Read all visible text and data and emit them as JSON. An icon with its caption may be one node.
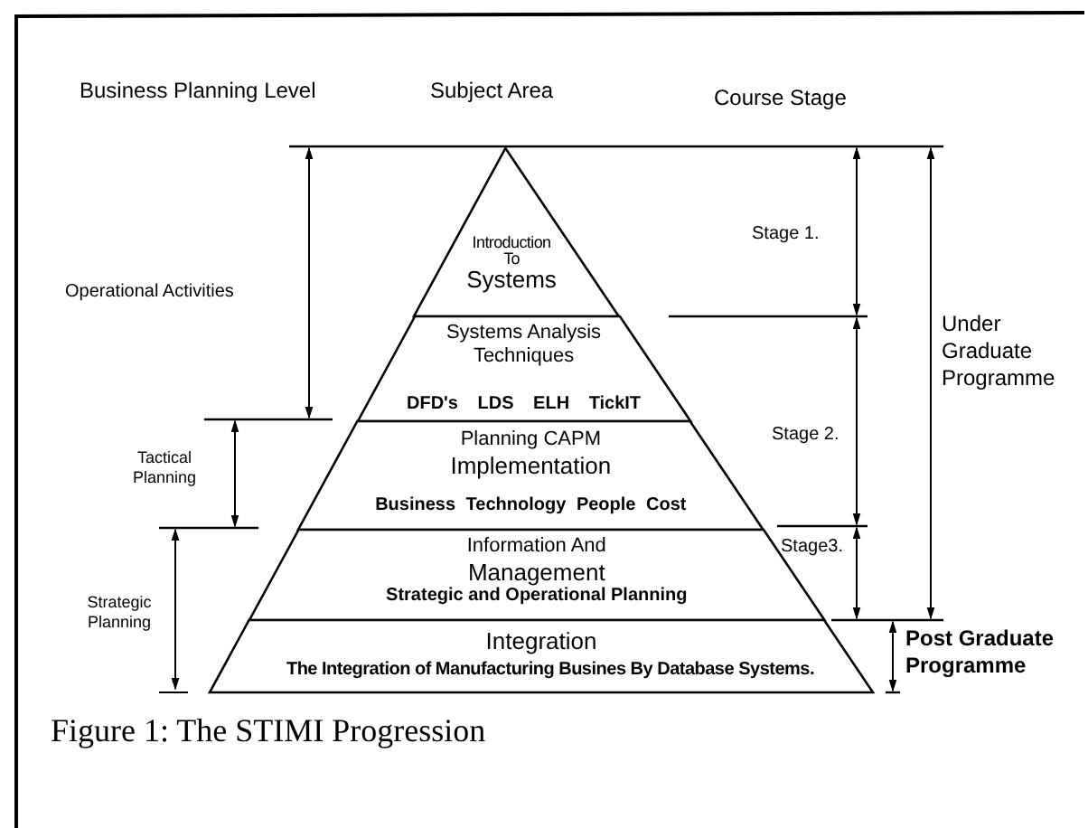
{
  "diagram": {
    "caption": "Figure 1: The STIMI Progression",
    "nodes": [
      {
        "text": [
          "Introduction To",
          "Systems"
        ]
      },
      {
        "text": [
          "Systems Analysis Techniques",
          "DFD's LDS ELH TickIT"
        ]
      },
      {
        "text": [
          "Planning CAPM",
          "Implementation",
          "Business Technology People Cost"
        ]
      },
      {
        "text": [
          "Information And",
          "Management",
          "Strategic and Operational Planning"
        ]
      },
      {
        "text": [
          "Integration",
          "The Integration of Manufacturing Busines By Database Systems."
        ]
      }
    ],
    "labels": [
      "Business Planning Level",
      "Subject Area",
      "Course Stage",
      "Operational Activities",
      "Stage 1.",
      "Under Graduate Programme",
      "Stage 2.",
      "Tactical Planning",
      "Stage3.",
      "Strategic Planning",
      "Post Graduate Programme"
    ]
  }
}
